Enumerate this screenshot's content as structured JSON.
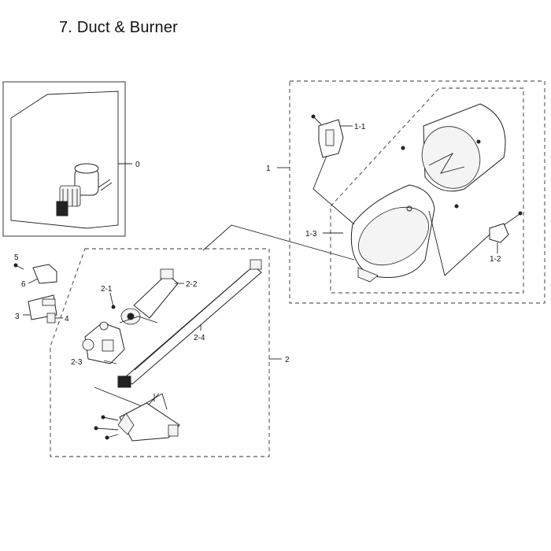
{
  "title": "7. Duct & Burner",
  "labels": {
    "p0": "0",
    "p1": "1",
    "p1_1": "1-1",
    "p1_2": "1-2",
    "p1_3": "1-3",
    "p2": "2",
    "p2_1": "2-1",
    "p2_2": "2-2",
    "p2_3": "2-3",
    "p2_4": "2-4",
    "p3": "3",
    "p4": "4",
    "p5": "5",
    "p6": "6"
  }
}
